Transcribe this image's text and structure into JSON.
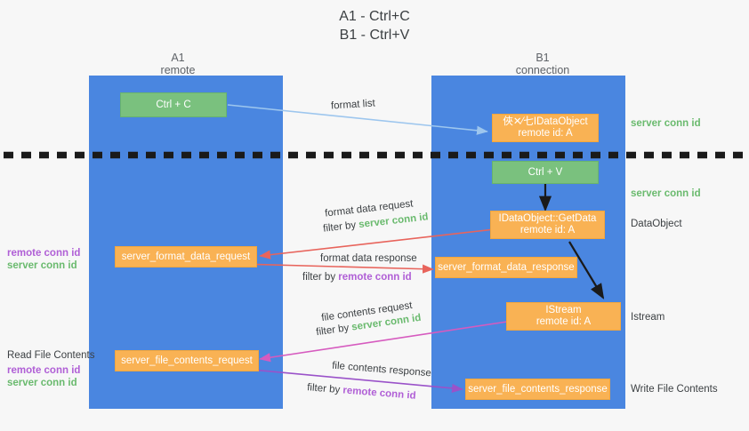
{
  "title": {
    "line1": "A1 - Ctrl+C",
    "line2": "B1 - Ctrl+V"
  },
  "columns": [
    {
      "name": "A1",
      "sub": "remote"
    },
    {
      "name": "B1",
      "sub": "connection"
    }
  ],
  "boxes": {
    "ctrl_c": {
      "line1": "Ctrl + C",
      "line2": "",
      "color": "#7ac17e"
    },
    "ctrl_v": {
      "line1": "Ctrl + V",
      "line2": "",
      "color": "#7ac17e"
    },
    "idataobject": {
      "line1": "俠✕⁄七IDataObject",
      "line2": "remote id: A",
      "color": "#f9b254"
    },
    "idataobject_getdata": {
      "line1": "IDataObject::GetData",
      "line2": "remote id: A",
      "color": "#f9b254"
    },
    "istream": {
      "line1": "IStream",
      "line2": "remote id: A",
      "color": "#f9b254"
    },
    "server_format_data_request": {
      "line1": "server_format_data_request",
      "line2": "",
      "color": "#f9b254"
    },
    "server_format_data_response": {
      "line1": "server_format_data_response",
      "line2": "",
      "color": "#f9b254"
    },
    "server_file_contents_request": {
      "line1": "server_file_contents_request",
      "line2": "",
      "color": "#f9b254"
    },
    "server_file_contents_response": {
      "line1": "server_file_contents_response",
      "line2": "",
      "color": "#f9b254"
    }
  },
  "captions": {
    "format_list": "format list",
    "format_data_request": "format data request",
    "filter_by": "filter by ",
    "server_conn_id": "server conn id",
    "remote_conn_id": "remote conn id",
    "format_data_response": "format data response",
    "file_contents_request": "file contents request",
    "file_contents_response": "file contents response"
  },
  "right_labels": {
    "server_conn_id_top": "server conn id",
    "server_conn_id_mid": "server conn id",
    "dataobject": "DataObject",
    "istream": "Istream",
    "write_file_contents": "Write File Contents"
  },
  "left_labels": {
    "remote_conn_id_1": "remote conn id",
    "server_conn_id_1": "server conn id",
    "read_file_contents": "Read File Contents",
    "remote_conn_id_2": "remote conn id",
    "server_conn_id_2": "server conn id"
  },
  "colors": {
    "lane": "#4a86e0",
    "orange": "#f9b254",
    "green": "#7ac17e",
    "green_text": "#6aba6e",
    "purple_text": "#b05fd6",
    "arrow_red": "#e8645c",
    "arrow_magenta": "#d65bbf",
    "arrow_purple": "#9a52c9",
    "arrow_lightblue": "#9dc6ee",
    "arrow_dark": "#1a1a1a",
    "background": "#f7f7f7"
  }
}
